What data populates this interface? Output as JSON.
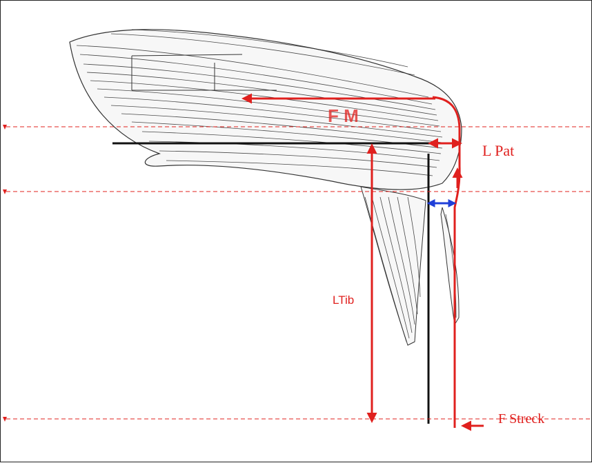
{
  "labels": {
    "fm": "F M",
    "lpat": "L Pat",
    "ltib": "LTib",
    "fstreck": "F Streck"
  },
  "colors": {
    "arrow": "#e0201e",
    "guide": "#e0201e",
    "knee_gap": "#1f3fd8",
    "bone": "#111111",
    "hatch": "#2a2a2a"
  }
}
